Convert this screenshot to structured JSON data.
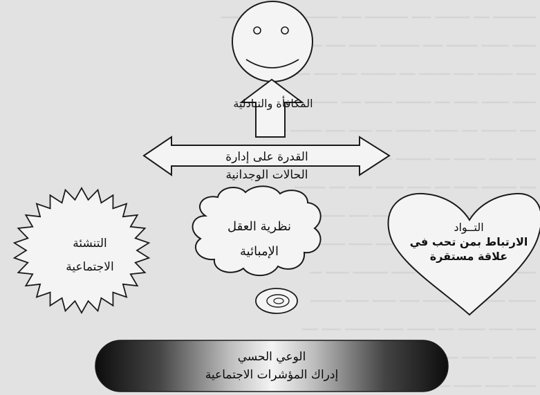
{
  "diagram": {
    "face_label": "المكافأة والتبادلية",
    "arrow_label_line1": "القدرة على إدارة",
    "arrow_label_line2": "الحالات الوجدانية",
    "star_line1": "التنشئة",
    "star_line2": "الاجتماعية",
    "cloud_line1": "نظرية العقل",
    "cloud_line2": "الإمبائية",
    "heart_line1": "التــواد",
    "heart_line2": "الارتباط بمن تحب في",
    "heart_line3": "علاقة مستقرة",
    "bar_line1": "الوعي الحسي",
    "bar_line2": "إدراك المؤشرات الاجتماعية"
  },
  "colors": {
    "background": "#e2e2e2",
    "stroke": "#1a1a1a",
    "bar_dark": "#111111",
    "bar_light": "#f4f4f4"
  }
}
